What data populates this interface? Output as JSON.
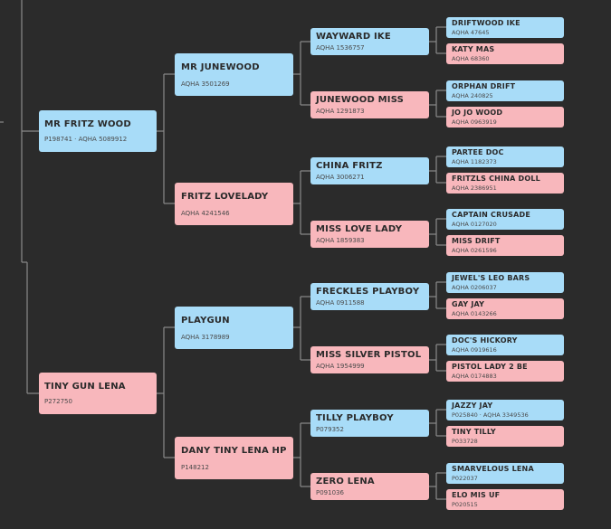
{
  "colors": {
    "stallion": "#a8dcf8",
    "mare": "#f8b7bc",
    "line": "#8a8a8a",
    "background": "#2b2b2b"
  },
  "pedigree": {
    "sire": {
      "name": "MR FRITZ WOOD",
      "reg": "P198741 · AQHA 5089912",
      "sire": {
        "name": "MR JUNEWOOD",
        "reg": "AQHA 3501269",
        "sire": {
          "name": "WAYWARD IKE",
          "reg": "AQHA 1536757",
          "sire": {
            "name": "DRIFTWOOD IKE",
            "reg": "AQHA 47645"
          },
          "dam": {
            "name": "KATY MAS",
            "reg": "AQHA 68360"
          }
        },
        "dam": {
          "name": "JUNEWOOD MISS",
          "reg": "AQHA 1291873",
          "sire": {
            "name": "ORPHAN DRIFT",
            "reg": "AQHA 240825"
          },
          "dam": {
            "name": "JO JO WOOD",
            "reg": "AQHA 0963919"
          }
        }
      },
      "dam": {
        "name": "FRITZ LOVELADY",
        "reg": "AQHA 4241546",
        "sire": {
          "name": "CHINA FRITZ",
          "reg": "AQHA 3006271",
          "sire": {
            "name": "PARTEE DOC",
            "reg": "AQHA 1182373"
          },
          "dam": {
            "name": "FRITZLS CHINA DOLL",
            "reg": "AQHA 2386951"
          }
        },
        "dam": {
          "name": "MISS LOVE LADY",
          "reg": "AQHA 1859383",
          "sire": {
            "name": "CAPTAIN CRUSADE",
            "reg": "AQHA 0127020"
          },
          "dam": {
            "name": "MISS DRIFT",
            "reg": "AQHA 0261596"
          }
        }
      }
    },
    "dam": {
      "name": "TINY GUN LENA",
      "reg": "P272750",
      "sire": {
        "name": "PLAYGUN",
        "reg": "AQHA 3178989",
        "sire": {
          "name": "FRECKLES PLAYBOY",
          "reg": "AQHA 0911588",
          "sire": {
            "name": "JEWEL'S LEO BARS",
            "reg": "AQHA 0206037"
          },
          "dam": {
            "name": "GAY JAY",
            "reg": "AQHA 0143266"
          }
        },
        "dam": {
          "name": "MISS SILVER PISTOL",
          "reg": "AQHA 1954999",
          "sire": {
            "name": "DOC'S HICKORY",
            "reg": "AQHA 0919616"
          },
          "dam": {
            "name": "PISTOL LADY 2 BE",
            "reg": "AQHA 0174883"
          }
        }
      },
      "dam": {
        "name": "DANY TINY LENA HP",
        "reg": "P148212",
        "sire": {
          "name": "TILLY PLAYBOY",
          "reg": "P079352",
          "sire": {
            "name": "JAZZY JAY",
            "reg": "P025840 · AQHA 3349536"
          },
          "dam": {
            "name": "TINY TILLY",
            "reg": "P033728"
          }
        },
        "dam": {
          "name": "ZERO LENA",
          "reg": "P091036",
          "sire": {
            "name": "SMARVELOUS LENA",
            "reg": "P022037"
          },
          "dam": {
            "name": "ELO MIS UF",
            "reg": "P020515"
          }
        }
      }
    }
  }
}
